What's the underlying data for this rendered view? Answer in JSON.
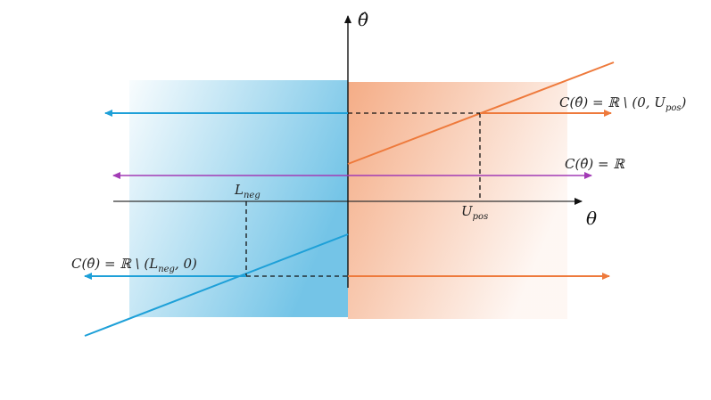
{
  "axes": {
    "horizontal_label": "θ",
    "vertical_label": "θ̂"
  },
  "labels": {
    "l_neg": "L",
    "l_neg_sub": "neg",
    "u_pos": "U",
    "u_pos_sub": "pos"
  },
  "sets": {
    "upper_right": "C(θ̂) = ℝ \\ (0, U",
    "upper_right_sub": "pos",
    "upper_right_end": ")",
    "middle": "C(θ̂) = ℝ",
    "lower_left": "C(θ̂) = ℝ \\ (L",
    "lower_left_sub": "neg",
    "lower_left_end": ", 0)"
  },
  "colors": {
    "blue": "#1ea0d8",
    "orange": "#ee7a3c",
    "purple": "#a23bb5",
    "axis": "#111111"
  }
}
